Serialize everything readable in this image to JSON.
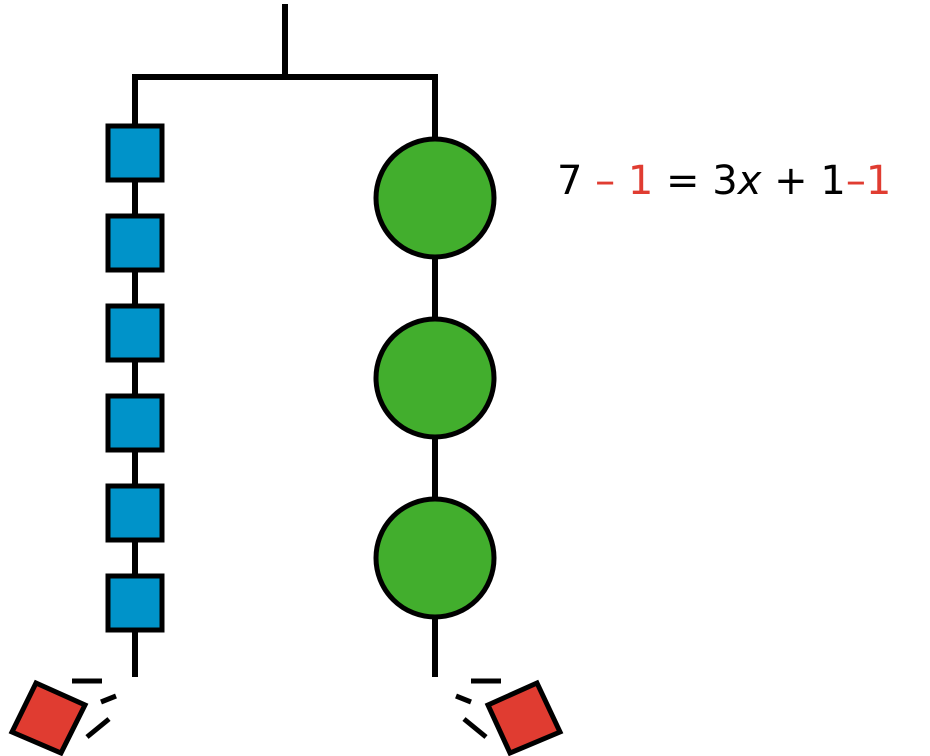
{
  "colors": {
    "square": "#0093c9",
    "circle": "#42ae2d",
    "removed": "#e03c31",
    "line": "#000000"
  },
  "left_side": {
    "shape": "square",
    "count": 6
  },
  "right_side": {
    "shape": "circle",
    "count": 3
  },
  "removed_items": {
    "left": 1,
    "right": 1
  },
  "equation": {
    "lhs_a": "7",
    "lhs_minus": " – ",
    "lhs_b": "1",
    "eq": " = 3",
    "var": "x",
    "rhs_plus": " + 1",
    "rhs_minus": "–",
    "rhs_b": "1"
  }
}
